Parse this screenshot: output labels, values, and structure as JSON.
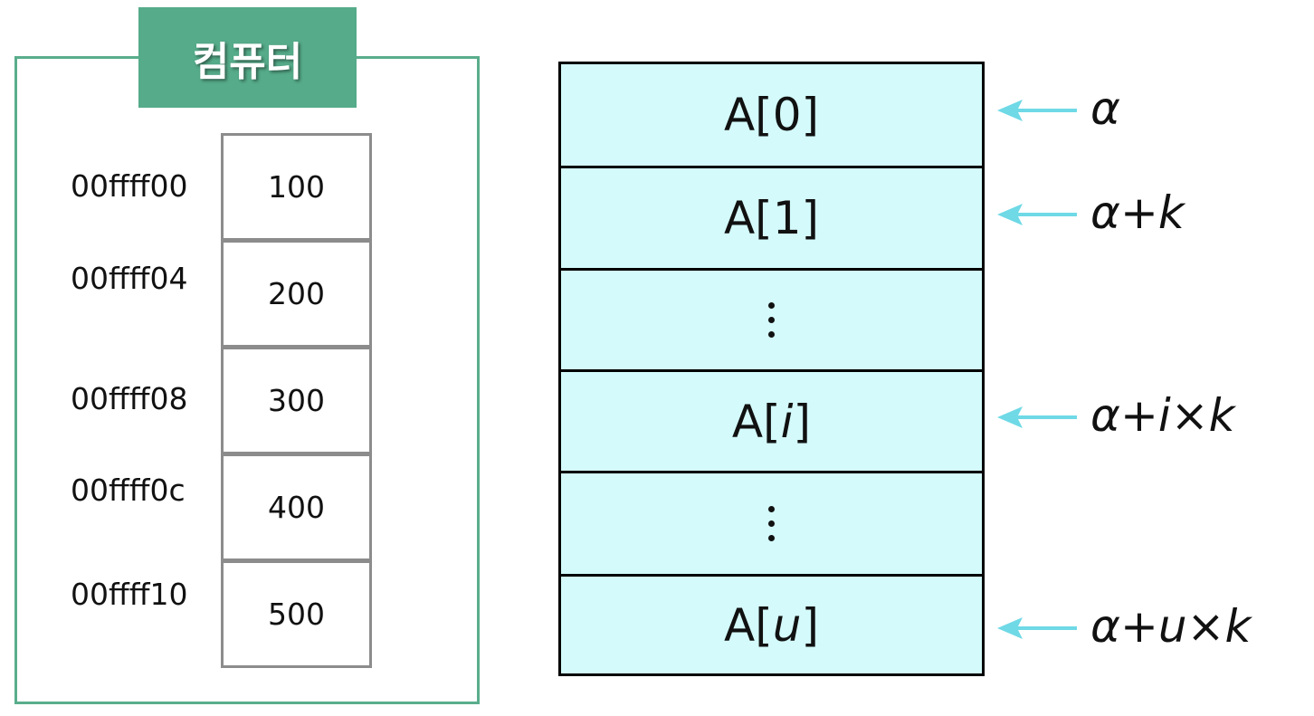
{
  "computer": {
    "title": "컴퓨터",
    "addresses": [
      "00ffff00",
      "00ffff04",
      "00ffff08",
      "00ffff0c",
      "00ffff10"
    ],
    "values": [
      "100",
      "200",
      "300",
      "400",
      "500"
    ]
  },
  "array": {
    "rows": [
      {
        "prefix": "A[",
        "index": "0",
        "suffix": "]",
        "index_italic": false
      },
      {
        "prefix": "A[",
        "index": "1",
        "suffix": "]",
        "index_italic": false
      },
      {
        "dots": true
      },
      {
        "prefix": "A[",
        "index": "i",
        "suffix": "]",
        "index_italic": true
      },
      {
        "dots": true
      },
      {
        "prefix": "A[",
        "index": "u",
        "suffix": "]",
        "index_italic": true
      }
    ],
    "address_labels": [
      "α",
      "α+k",
      "α+i×k",
      "α+u×k"
    ],
    "colors": {
      "cell_fill": "#d4fafb",
      "arrow": "#6fd9e6",
      "frame": "#5aad8c",
      "title_bg": "#55ab8a"
    }
  }
}
